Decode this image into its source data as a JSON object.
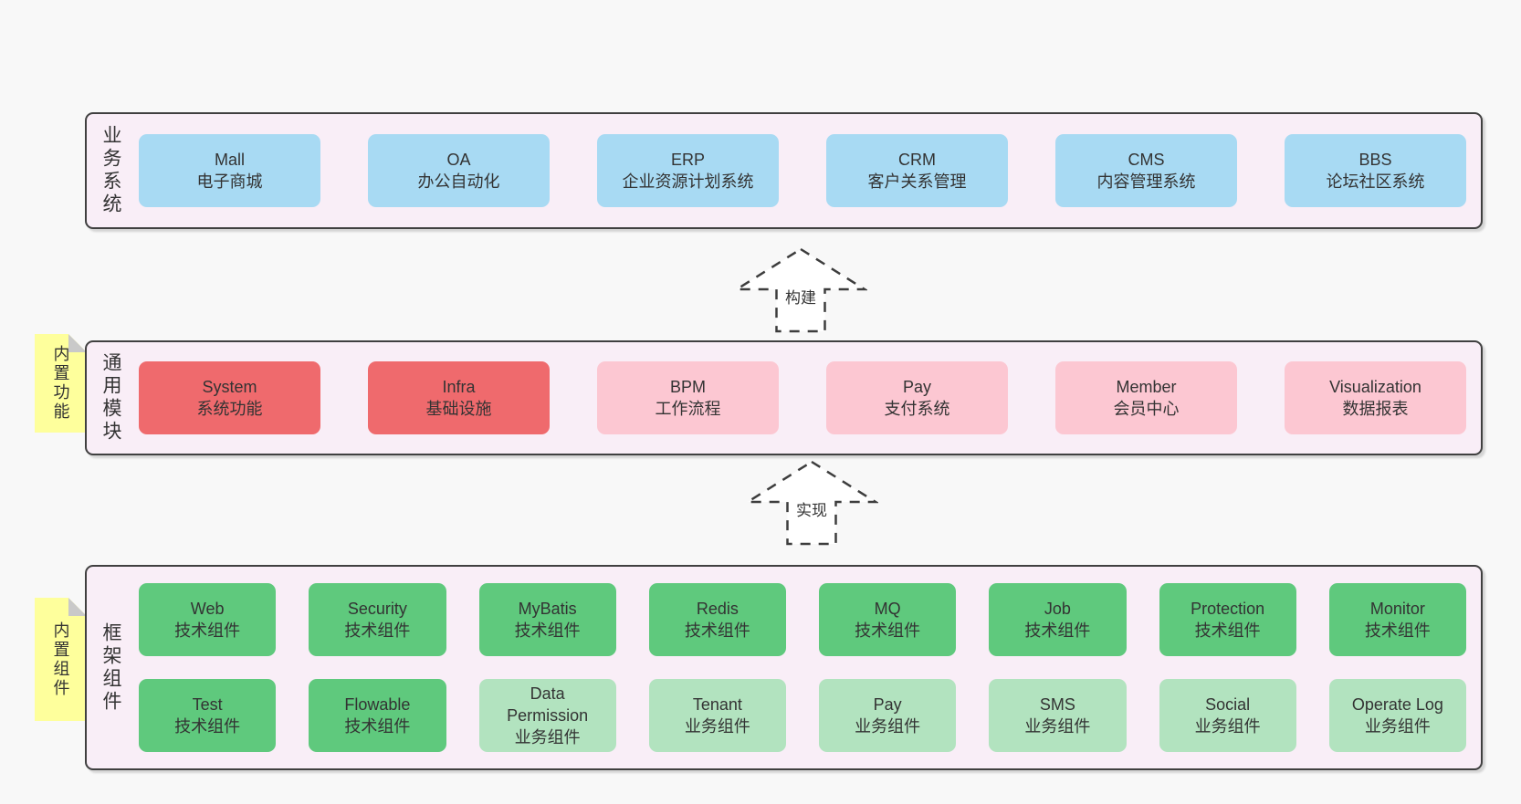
{
  "colors": {
    "page-bg": "#f8f8f8",
    "band-bg": "#f9eef7",
    "band-border": "#404040",
    "blue": "#a8daf3",
    "red": "#ef6a6d",
    "pink": "#fcc7d2",
    "green": "#5fc97d",
    "lightgreen": "#b2e3bf",
    "sticky-bg": "#feff9c",
    "fold": "#c9c9c9",
    "text": "#333333",
    "arrow-stroke": "#3d3d3d"
  },
  "bands": [
    {
      "label": "业务系统",
      "rows": [
        [
          {
            "name": "Mall",
            "desc": "电子商城",
            "variant": "blue"
          },
          {
            "name": "OA",
            "desc": "办公自动化",
            "variant": "blue"
          },
          {
            "name": "ERP",
            "desc": "企业资源计划系统",
            "variant": "blue"
          },
          {
            "name": "CRM",
            "desc": "客户关系管理",
            "variant": "blue"
          },
          {
            "name": "CMS",
            "desc": "内容管理系统",
            "variant": "blue"
          },
          {
            "name": "BBS",
            "desc": "论坛社区系统",
            "variant": "blue"
          }
        ]
      ]
    },
    {
      "label": "通用模块",
      "sticky": "内置功能",
      "rows": [
        [
          {
            "name": "System",
            "desc": "系统功能",
            "variant": "red"
          },
          {
            "name": "Infra",
            "desc": "基础设施",
            "variant": "red"
          },
          {
            "name": "BPM",
            "desc": "工作流程",
            "variant": "pink"
          },
          {
            "name": "Pay",
            "desc": "支付系统",
            "variant": "pink"
          },
          {
            "name": "Member",
            "desc": "会员中心",
            "variant": "pink"
          },
          {
            "name": "Visualization",
            "desc": "数据报表",
            "variant": "pink"
          }
        ]
      ]
    },
    {
      "label": "框架组件",
      "sticky": "内置组件",
      "rows": [
        [
          {
            "name": "Web",
            "desc": "技术组件",
            "variant": "green"
          },
          {
            "name": "Security",
            "desc": "技术组件",
            "variant": "green"
          },
          {
            "name": "MyBatis",
            "desc": "技术组件",
            "variant": "green"
          },
          {
            "name": "Redis",
            "desc": "技术组件",
            "variant": "green"
          },
          {
            "name": "MQ",
            "desc": "技术组件",
            "variant": "green"
          },
          {
            "name": "Job",
            "desc": "技术组件",
            "variant": "green"
          },
          {
            "name": "Protection",
            "desc": "技术组件",
            "variant": "green"
          },
          {
            "name": "Monitor",
            "desc": "技术组件",
            "variant": "green"
          }
        ],
        [
          {
            "name": "Test",
            "desc": "技术组件",
            "variant": "green"
          },
          {
            "name": "Flowable",
            "desc": "技术组件",
            "variant": "green"
          },
          {
            "name": "Data Permission",
            "desc": "业务组件",
            "variant": "lightgreen"
          },
          {
            "name": "Tenant",
            "desc": "业务组件",
            "variant": "lightgreen"
          },
          {
            "name": "Pay",
            "desc": "业务组件",
            "variant": "lightgreen"
          },
          {
            "name": "SMS",
            "desc": "业务组件",
            "variant": "lightgreen"
          },
          {
            "name": "Social",
            "desc": "业务组件",
            "variant": "lightgreen"
          },
          {
            "name": "Operate Log",
            "desc": "业务组件",
            "variant": "lightgreen"
          }
        ]
      ]
    }
  ],
  "arrows": [
    {
      "label": "构建"
    },
    {
      "label": "实现"
    }
  ]
}
